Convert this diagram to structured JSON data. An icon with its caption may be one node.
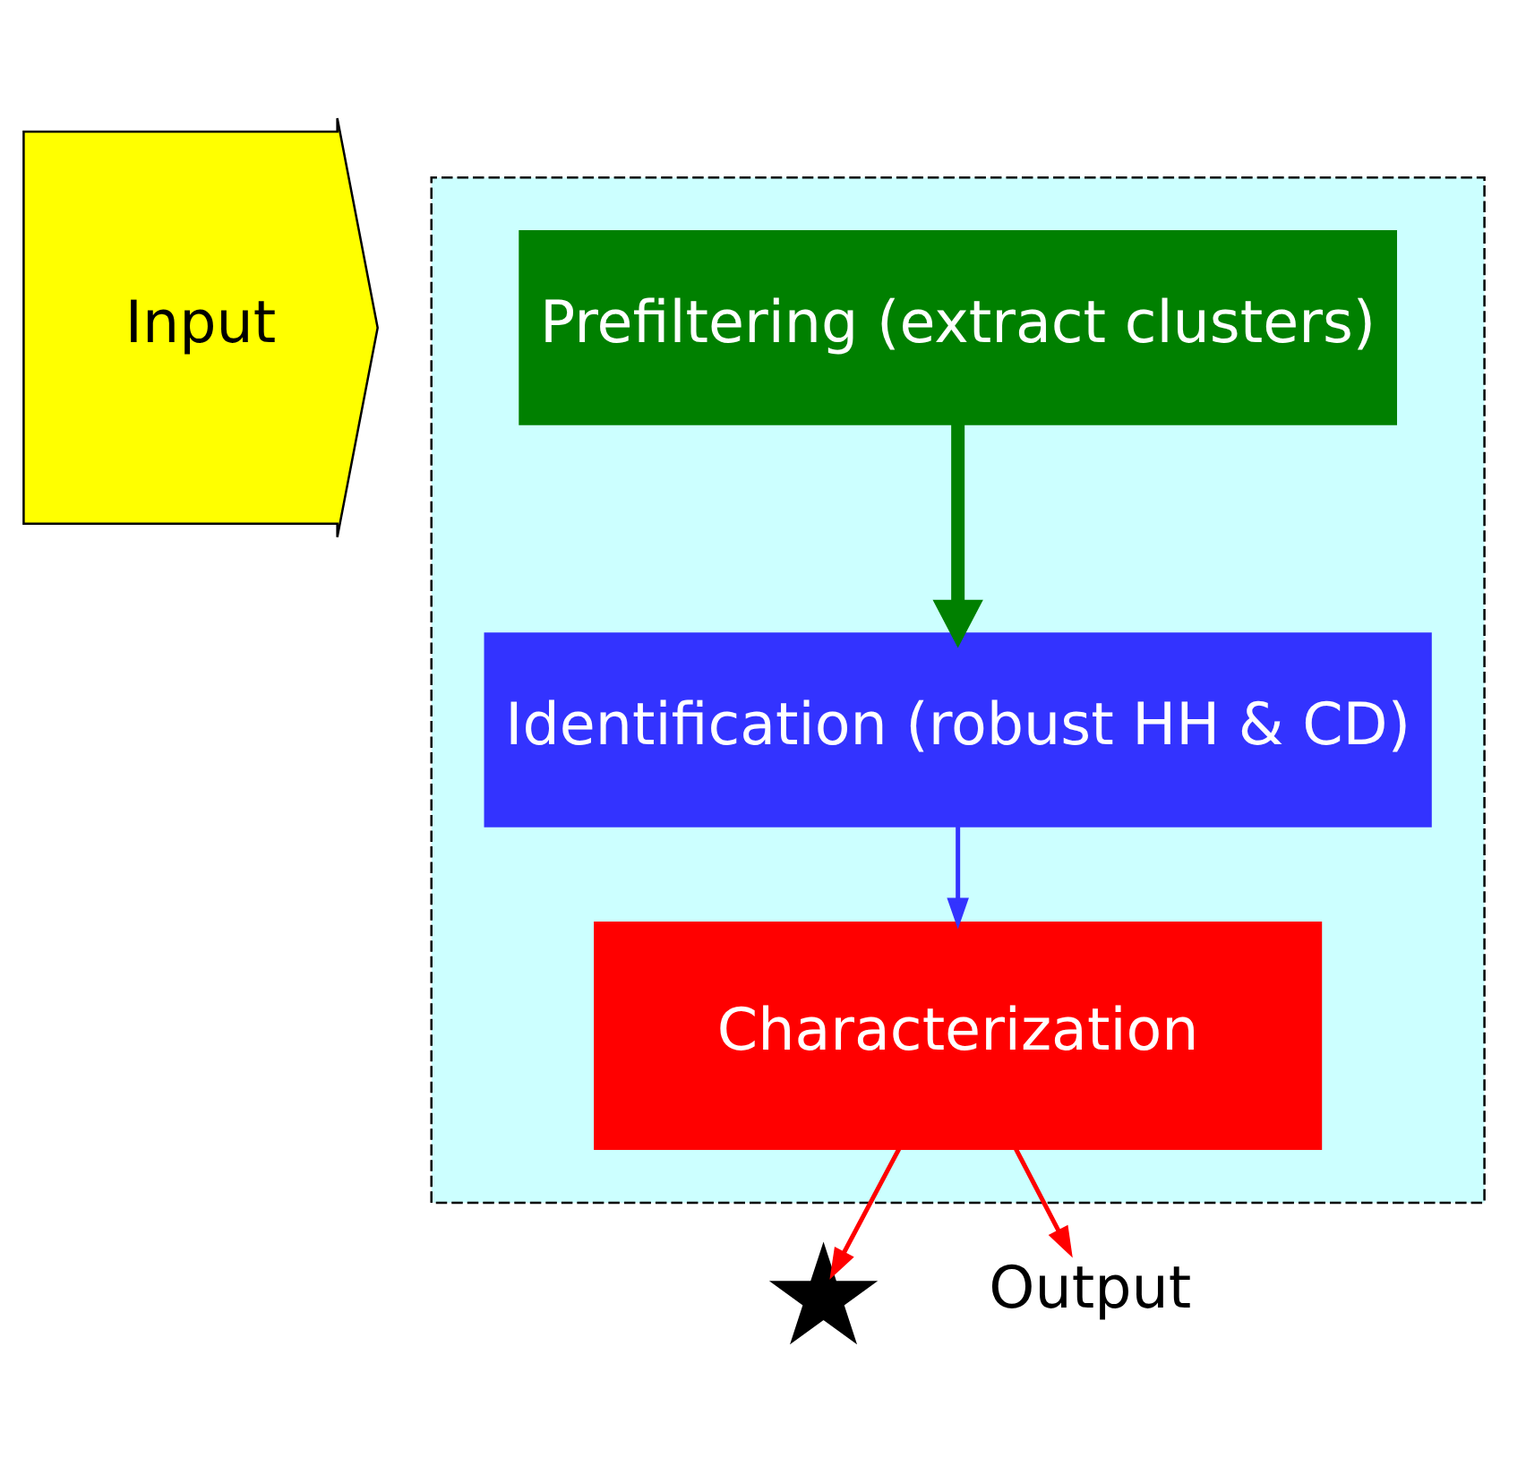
{
  "diagram": {
    "nodes": [
      {
        "text": [],
        "shape": "box"
      },
      {
        "text": [
          "Input"
        ]
      },
      {
        "text": [
          "Prefiltering (extract clusters)"
        ],
        "in": 0
      },
      {
        "text": [
          "Identification (robust HH & CD)"
        ],
        "in": 0
      },
      {
        "text": [
          "Characterization"
        ],
        "in": 0
      },
      {
        "text": [],
        "shape": "star"
      },
      {
        "text": [
          "Output"
        ]
      }
    ],
    "edges": [
      {
        "from": 2,
        "to": 3,
        "arrow": "to",
        "style": "thick",
        "color": "#008000"
      },
      {
        "from": 3,
        "to": 4,
        "arrow": "to",
        "color": "#3333ff"
      },
      {
        "from": 4,
        "to": 5,
        "arrow": "to",
        "color": "#ff0000"
      },
      {
        "from": 4,
        "to": 6,
        "arrow": "to",
        "color": "#ff0000"
      }
    ]
  }
}
